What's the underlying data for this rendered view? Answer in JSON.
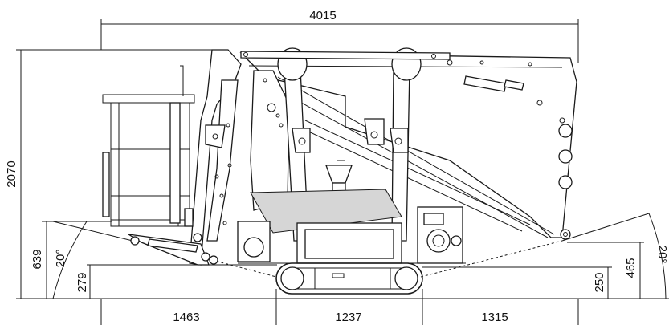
{
  "dimensions": {
    "overall_length": "4015",
    "overall_height": "2070",
    "basket_floor_height": "639",
    "front_clearance_height": "279",
    "rear_height": "465",
    "track_height": "250",
    "front_overhang": "1463",
    "track_length": "1237",
    "rear_overhang": "1315",
    "front_angle": "20°",
    "rear_angle": "20°"
  },
  "colors": {
    "line": "#1a1a1a",
    "fill": "#d6d6d6",
    "background": "#ffffff"
  }
}
